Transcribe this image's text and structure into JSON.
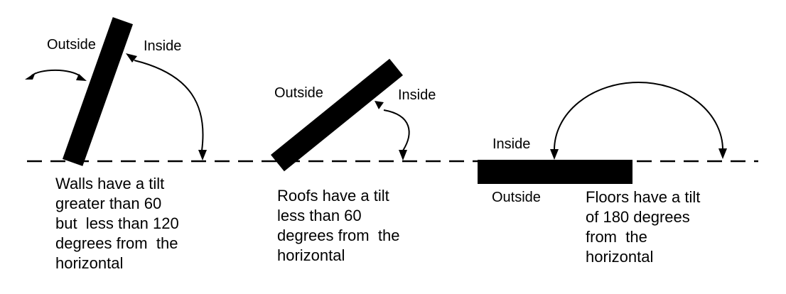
{
  "figure": {
    "background": "#ffffff",
    "ink": "#000000",
    "horizontal_reference": "dashed line",
    "panels": [
      {
        "name": "walls",
        "outside_label": "Outside",
        "inside_label": "Inside",
        "caption": "Walls have a tilt\ngreater than 60\nbut  less than 120\ndegrees from  the\nhorizontal",
        "tilt_rule": "greater than 60 but less than 120 degrees from the horizontal"
      },
      {
        "name": "roofs",
        "outside_label": "Outside",
        "inside_label": "Inside",
        "caption": "Roofs have a tilt\nless than 60\ndegrees from  the\nhorizontal",
        "tilt_rule": "less than 60 degrees from the horizontal"
      },
      {
        "name": "floors",
        "outside_label": "Outside",
        "inside_label": "Inside",
        "caption": "Floors have a tilt\nof 180 degrees\nfrom  the\nhorizontal",
        "tilt_rule": "180 degrees from the horizontal"
      }
    ]
  }
}
